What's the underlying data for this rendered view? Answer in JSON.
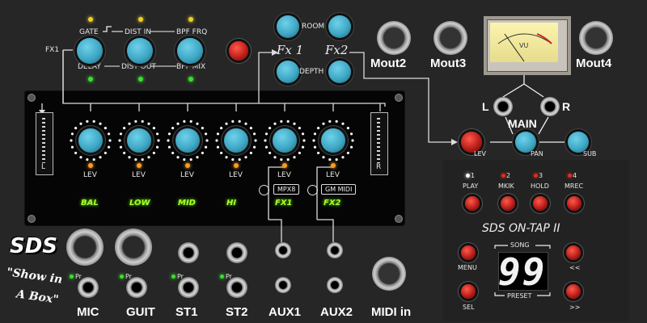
{
  "fx1_section": {
    "fx1_label": "FX1",
    "top_labels": [
      "GATE",
      "DIST IN",
      "BPF FRQ"
    ],
    "bottom_labels": [
      "DELAY",
      "DIST OUT",
      "BPF MIX"
    ]
  },
  "fx_reverb": {
    "room_label": "ROOM",
    "depth_label": "DEPTH",
    "fx1_script": "Fx 1",
    "fx2_script": "Fx2"
  },
  "mixer": {
    "left_meter_label": "L",
    "right_meter_label": "R",
    "channel_level_label": "LEV",
    "channels": [
      "BAL",
      "LOW",
      "MID",
      "HI",
      "FX1",
      "FX2"
    ],
    "mpx8_label": "MPX8",
    "gm_midi_label": "GM MIDI"
  },
  "outputs": {
    "mout2": "Mout2",
    "mout3": "Mout3",
    "mout4": "Mout4",
    "vu_label": "VU",
    "main_label": "MAIN",
    "l_label": "L",
    "r_label": "R",
    "lev_label": "LEV",
    "pan_label": "PAN",
    "sub_label": "SUB"
  },
  "transport": {
    "modes": [
      {
        "num": "1",
        "label": "PLAY"
      },
      {
        "num": "2",
        "label": "MKIK"
      },
      {
        "num": "3",
        "label": "HOLD"
      },
      {
        "num": "4",
        "label": "MREC"
      }
    ],
    "brand": "SDS ON-TAP II",
    "song_label": "SONG",
    "preset_label": "PRESET",
    "display_value": "99",
    "menu_label": "MENU",
    "sel_label": "SEL",
    "prev_label": "<<",
    "next_label": ">>"
  },
  "inputs": {
    "mic": "MIC",
    "guit": "GUIT",
    "st1": "ST1",
    "st2": "ST2",
    "aux1": "AUX1",
    "aux2": "AUX2",
    "midi_in": "MIDI in",
    "pr_label": "Pr"
  },
  "logo": {
    "name": "SDS",
    "tagline_1": "\"Show in",
    "tagline_2": "A Box\""
  },
  "colors": {
    "knob_blue": "#3ea7c4",
    "led_green": "#37e02c",
    "led_yellow": "#f3d01e",
    "led_red": "#e12b22",
    "led_orange": "#ff9a1e",
    "channel_text": "#a8ff2a"
  }
}
